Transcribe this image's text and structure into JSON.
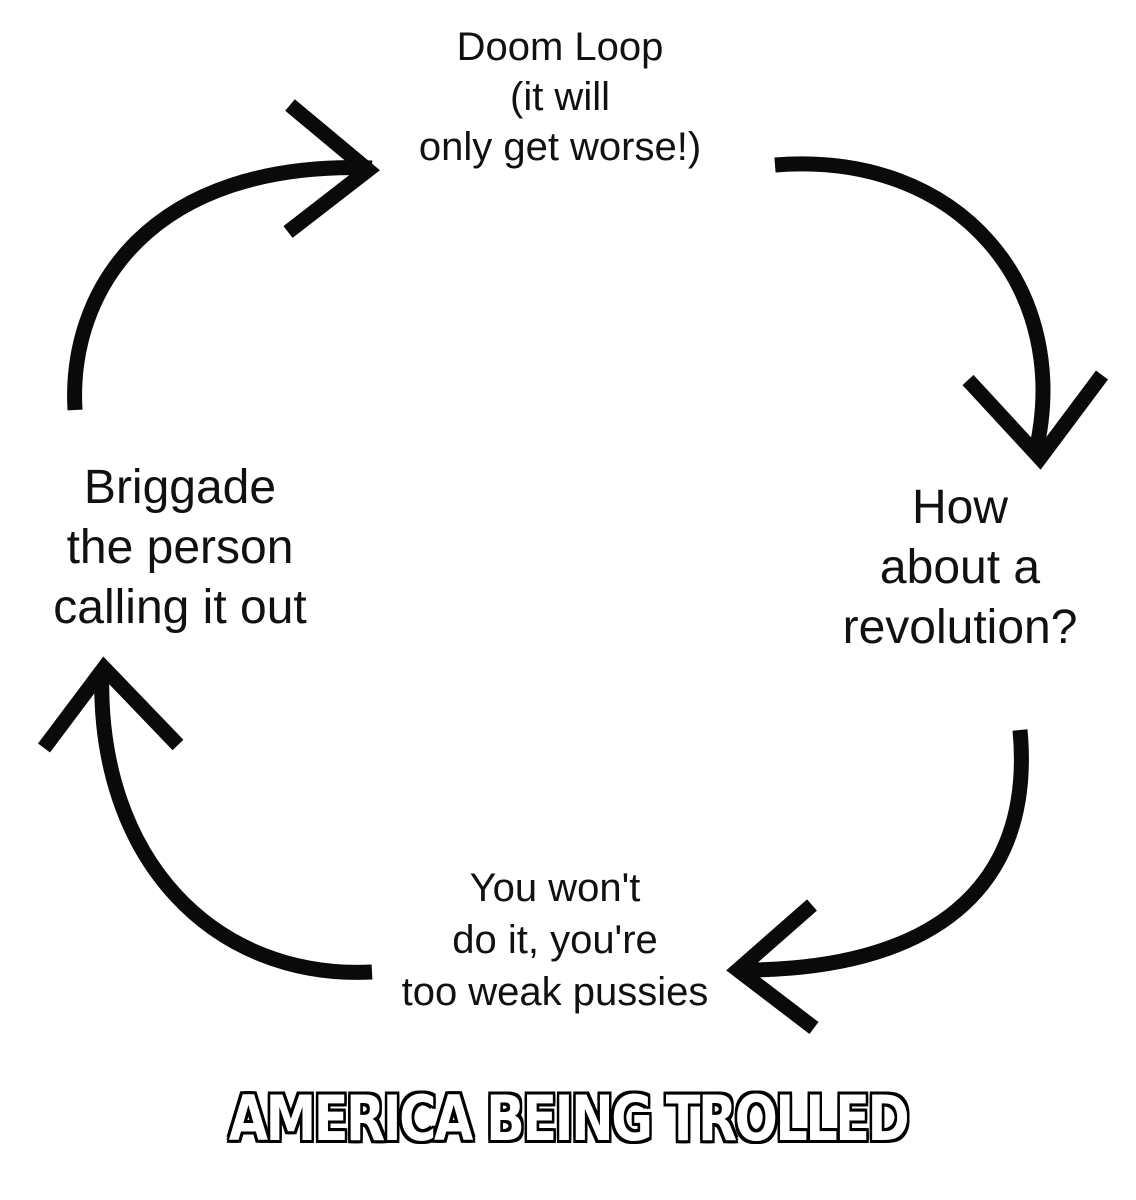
{
  "diagram": {
    "type": "cycle",
    "nodes": [
      {
        "id": "top",
        "text": "Doom Loop\n(it will\nonly get worse!)"
      },
      {
        "id": "right",
        "text": "How\nabout a\nrevolution?"
      },
      {
        "id": "bottom",
        "text": "You won't\ndo it, you're\ntoo weak pussies"
      },
      {
        "id": "left",
        "text": "Briggade\nthe person\ncalling it out"
      }
    ],
    "caption": "AMERICA BEING TROLLED",
    "colors": {
      "background": "#ffffff",
      "arrow": "#0a0a0a",
      "text": "#111111",
      "caption_fill": "#ffffff",
      "caption_outline": "#000000"
    }
  }
}
